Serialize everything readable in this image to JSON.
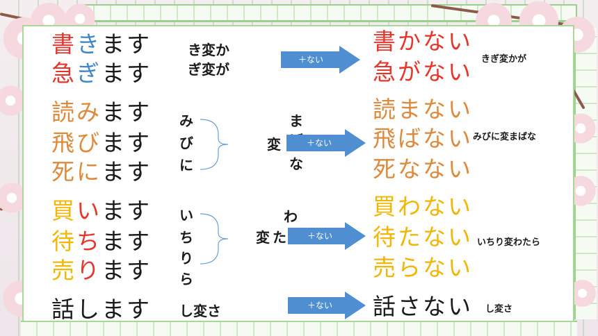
{
  "colors": {
    "red": "#e8352c",
    "blue": "#3f86c9",
    "orange": "#dd8a3c",
    "yellow": "#f2b705",
    "black": "#1a1a1a",
    "arrow": "#4f8fd1"
  },
  "arrow_label": "＋ない",
  "group1": {
    "left": [
      {
        "stem": "書",
        "mid": "き",
        "end": "ます"
      },
      {
        "stem": "急",
        "mid": "ぎ",
        "end": "ます"
      }
    ],
    "rule_line1": "き変か",
    "rule_line2": "ぎ変が",
    "right": [
      "書かない",
      "急がない"
    ],
    "note": "きぎ変かが"
  },
  "group2": {
    "left": [
      {
        "stem": "読",
        "mid": "み",
        "end": "ます"
      },
      {
        "stem": "飛",
        "mid": "び",
        "end": "ます"
      },
      {
        "stem": "死",
        "mid": "に",
        "end": "ます"
      }
    ],
    "kana": [
      "み",
      "び",
      "に"
    ],
    "change_label": "変",
    "target_kana": [
      "ま",
      "ば",
      "な"
    ],
    "right": [
      "読まない",
      "飛ばない",
      "死なない"
    ],
    "note": "みびに変まばな"
  },
  "group3": {
    "left": [
      {
        "stem": "買",
        "mid": "い",
        "end": "ます"
      },
      {
        "stem": "待",
        "mid": "ち",
        "end": "ます"
      },
      {
        "stem": "売",
        "mid": "り",
        "end": "ます"
      }
    ],
    "kana": [
      "い",
      "ち",
      "り",
      "ら"
    ],
    "change_label": "変",
    "target_kana": [
      "わ",
      "た"
    ],
    "right": [
      "買わない",
      "待たない",
      "売らない"
    ],
    "note": "いちり変わたら"
  },
  "group4": {
    "left": "話します",
    "rule": "し変さ",
    "right": "話さない",
    "note": "し変さ"
  }
}
